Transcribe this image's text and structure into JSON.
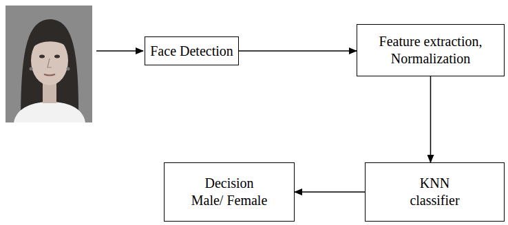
{
  "diagram": {
    "nodes": [
      {
        "text": [
          "Face Detection"
        ]
      },
      {
        "text": [
          "Feature extraction, Normalization"
        ]
      },
      {
        "text": [
          "KNN classifier"
        ]
      },
      {
        "text": [
          "Decision Male/ Female"
        ]
      }
    ],
    "edges": [
      {
        "from": 0,
        "to": 1,
        "arrow": "to"
      },
      {
        "from": 1,
        "to": 2,
        "arrow": "to"
      },
      {
        "from": 2,
        "to": 3,
        "arrow": "to"
      }
    ]
  }
}
